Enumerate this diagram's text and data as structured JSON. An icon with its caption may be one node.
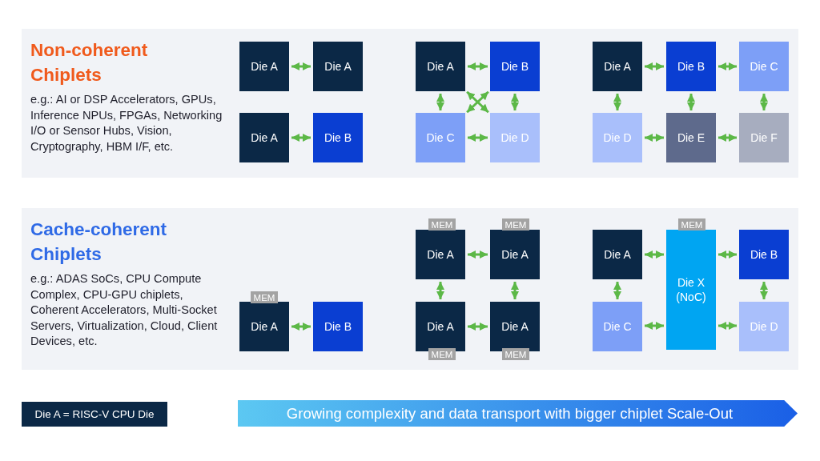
{
  "diagram": {
    "nodes": [
      {
        "text": [
          "Non-coherent Chiplets",
          "e.g.: AI or DSP Accelerators, GPUs, Inference NPUs, FPGAs, Networking I/O or Sensor Hubs, Vision, Cryptography, HBM I/F, etc."
        ]
      },
      {
        "text": [
          "Die A"
        ],
        "in": 0
      },
      {
        "text": [
          "Die A"
        ],
        "in": 0
      },
      {
        "text": [
          "Die A"
        ],
        "in": 0
      },
      {
        "text": [
          "Die B"
        ],
        "in": 0
      },
      {
        "text": [
          "Die A"
        ],
        "in": 0
      },
      {
        "text": [
          "Die B"
        ],
        "in": 0
      },
      {
        "text": [
          "Die C"
        ],
        "in": 0
      },
      {
        "text": [
          "Die D"
        ],
        "in": 0
      },
      {
        "text": [
          "Die A"
        ],
        "in": 0
      },
      {
        "text": [
          "Die B"
        ],
        "in": 0
      },
      {
        "text": [
          "Die C"
        ],
        "in": 0
      },
      {
        "text": [
          "Die D"
        ],
        "in": 0
      },
      {
        "text": [
          "Die E"
        ],
        "in": 0
      },
      {
        "text": [
          "Die F"
        ],
        "in": 0
      },
      {
        "text": [
          "Cache-coherent Chiplets",
          "e.g.: ADAS SoCs, CPU Compute Complex, CPU-GPU chiplets, Coherent Accelerators, Multi-Socket Servers, Virtualization, Cloud, Client Devices, etc."
        ]
      },
      {
        "text": [
          "MEM"
        ],
        "in": 15
      },
      {
        "text": [
          "Die A"
        ],
        "in": 15
      },
      {
        "text": [
          "Die B"
        ],
        "in": 15
      },
      {
        "text": [
          "MEM"
        ],
        "in": 15
      },
      {
        "text": [
          "MEM"
        ],
        "in": 15
      },
      {
        "text": [
          "Die A"
        ],
        "in": 15
      },
      {
        "text": [
          "Die A"
        ],
        "in": 15
      },
      {
        "text": [
          "Die A"
        ],
        "in": 15
      },
      {
        "text": [
          "Die A"
        ],
        "in": 15
      },
      {
        "text": [
          "MEM"
        ],
        "in": 15
      },
      {
        "text": [
          "MEM"
        ],
        "in": 15
      },
      {
        "text": [
          "MEM"
        ],
        "in": 15
      },
      {
        "text": [
          "Die A"
        ],
        "in": 15
      },
      {
        "text": [
          "Die X (NoC)"
        ],
        "in": 15
      },
      {
        "text": [
          "Die B"
        ],
        "in": 15
      },
      {
        "text": [
          "Die C"
        ],
        "in": 15
      },
      {
        "text": [
          "Die D"
        ],
        "in": 15
      },
      {
        "text": [
          "Die A = RISC-V CPU Die"
        ]
      },
      {
        "text": [
          "Growing complexity and data transport with bigger chiplet Scale-Out"
        ]
      }
    ],
    "edges": [
      {
        "from": 1,
        "to": 2,
        "arrow": "both"
      },
      {
        "from": 3,
        "to": 4,
        "arrow": "both"
      },
      {
        "from": 5,
        "to": 6,
        "arrow": "both"
      },
      {
        "from": 5,
        "to": 7,
        "arrow": "both"
      },
      {
        "from": 6,
        "to": 8,
        "arrow": "both"
      },
      {
        "from": 5,
        "to": 8,
        "arrow": "both"
      },
      {
        "from": 6,
        "to": 7,
        "arrow": "both"
      },
      {
        "from": 7,
        "to": 8,
        "arrow": "both"
      },
      {
        "from": 9,
        "to": 10,
        "arrow": "both"
      },
      {
        "from": 10,
        "to": 11,
        "arrow": "both"
      },
      {
        "from": 9,
        "to": 12,
        "arrow": "both"
      },
      {
        "from": 10,
        "to": 13,
        "arrow": "both"
      },
      {
        "from": 11,
        "to": 14,
        "arrow": "both"
      },
      {
        "from": 12,
        "to": 13,
        "arrow": "both"
      },
      {
        "from": 13,
        "to": 14,
        "arrow": "both"
      },
      {
        "from": 17,
        "to": 18,
        "arrow": "both"
      },
      {
        "from": 21,
        "to": 22,
        "arrow": "both"
      },
      {
        "from": 21,
        "to": 23,
        "arrow": "both"
      },
      {
        "from": 22,
        "to": 24,
        "arrow": "both"
      },
      {
        "from": 23,
        "to": 24,
        "arrow": "both"
      },
      {
        "from": 28,
        "to": 29,
        "arrow": "both"
      },
      {
        "from": 29,
        "to": 30,
        "arrow": "both"
      },
      {
        "from": 28,
        "to": 31,
        "arrow": "both"
      },
      {
        "from": 30,
        "to": 32,
        "arrow": "both"
      },
      {
        "from": 31,
        "to": 29,
        "arrow": "both"
      },
      {
        "from": 29,
        "to": 32,
        "arrow": "both"
      }
    ]
  }
}
